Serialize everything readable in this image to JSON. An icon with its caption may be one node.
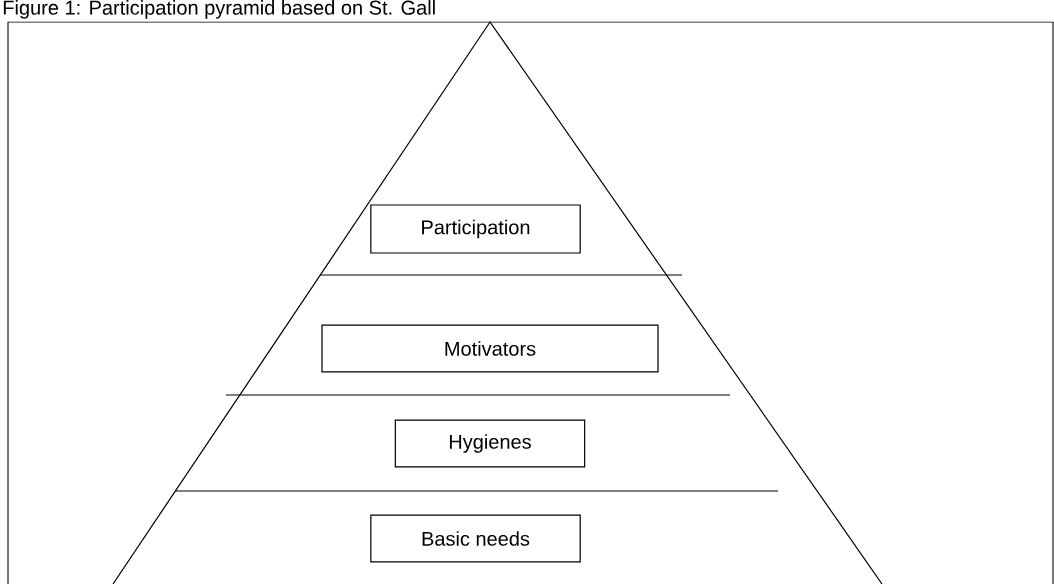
{
  "diagram": {
    "title": "Figure 1: Participation pyramid based on St. Gall",
    "nodes": [
      {
        "text": [
          "Participation"
        ]
      },
      {
        "text": [
          "Motivators"
        ]
      },
      {
        "text": [
          "Hygienes"
        ]
      },
      {
        "text": [
          "Basic needs"
        ]
      }
    ]
  }
}
